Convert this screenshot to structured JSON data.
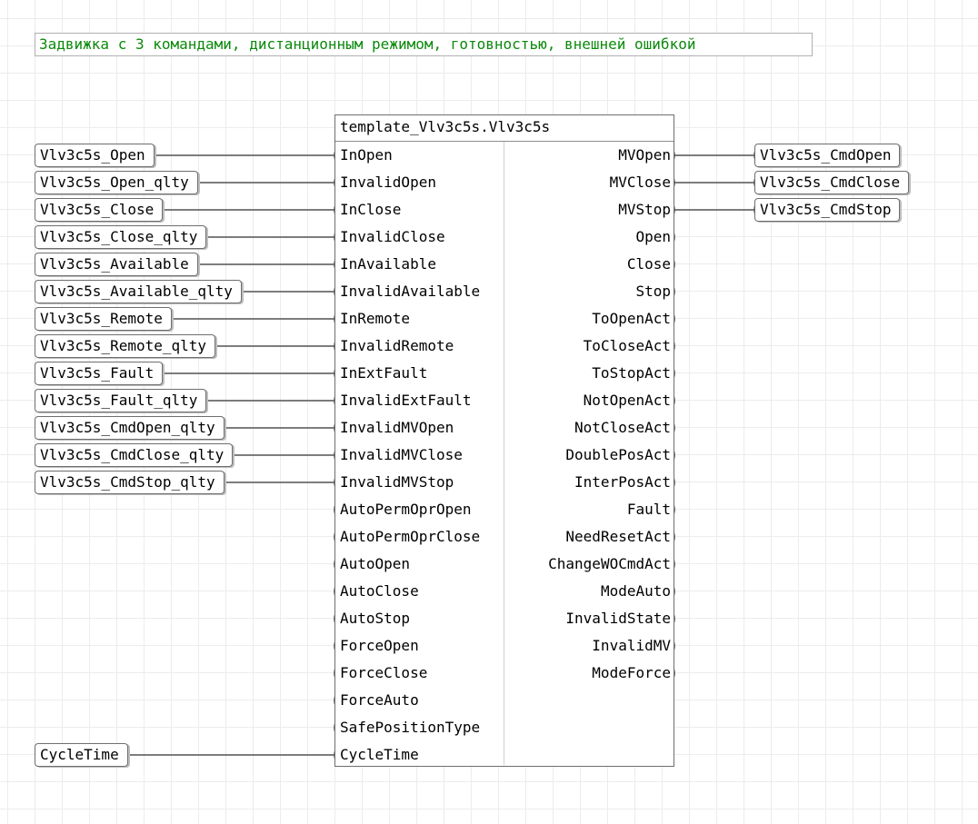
{
  "comment": "Задвижка с 3 командами, дистанционным режимом, готовностью, внешней ошибкой",
  "block": {
    "title": "template_Vlv3c5s.Vlv3c5s",
    "inputs": [
      "InOpen",
      "InvalidOpen",
      "InClose",
      "InvalidClose",
      "InAvailable",
      "InvalidAvailable",
      "InRemote",
      "InvalidRemote",
      "InExtFault",
      "InvalidExtFault",
      "InvalidMVOpen",
      "InvalidMVClose",
      "InvalidMVStop",
      "AutoPermOprOpen",
      "AutoPermOprClose",
      "AutoOpen",
      "AutoClose",
      "AutoStop",
      "ForceOpen",
      "ForceClose",
      "ForceAuto",
      "SafePositionType",
      "CycleTime"
    ],
    "outputs": [
      "MVOpen",
      "MVClose",
      "MVStop",
      "Open",
      "Close",
      "Stop",
      "ToOpenAct",
      "ToCloseAct",
      "ToStopAct",
      "NotOpenAct",
      "NotCloseAct",
      "DoublePosAct",
      "InterPosAct",
      "Fault",
      "NeedResetAct",
      "ChangeWOCmdAct",
      "ModeAuto",
      "InvalidState",
      "InvalidMV",
      "ModeForce"
    ]
  },
  "input_variables": [
    {
      "label": "Vlv3c5s_Open",
      "pin": "InOpen"
    },
    {
      "label": "Vlv3c5s_Open_qlty",
      "pin": "InvalidOpen"
    },
    {
      "label": "Vlv3c5s_Close",
      "pin": "InClose"
    },
    {
      "label": "Vlv3c5s_Close_qlty",
      "pin": "InvalidClose"
    },
    {
      "label": "Vlv3c5s_Available",
      "pin": "InAvailable"
    },
    {
      "label": "Vlv3c5s_Available_qlty",
      "pin": "InvalidAvailable"
    },
    {
      "label": "Vlv3c5s_Remote",
      "pin": "InRemote"
    },
    {
      "label": "Vlv3c5s_Remote_qlty",
      "pin": "InvalidRemote"
    },
    {
      "label": "Vlv3c5s_Fault",
      "pin": "InExtFault"
    },
    {
      "label": "Vlv3c5s_Fault_qlty",
      "pin": "InvalidExtFault"
    },
    {
      "label": "Vlv3c5s_CmdOpen_qlty",
      "pin": "InvalidMVOpen"
    },
    {
      "label": "Vlv3c5s_CmdClose_qlty",
      "pin": "InvalidMVClose"
    },
    {
      "label": "Vlv3c5s_CmdStop_qlty",
      "pin": "InvalidMVStop"
    },
    {
      "label": "CycleTime",
      "pin": "CycleTime"
    }
  ],
  "output_variables": [
    {
      "label": "Vlv3c5s_CmdOpen",
      "pin": "MVOpen"
    },
    {
      "label": "Vlv3c5s_CmdClose",
      "pin": "MVClose"
    },
    {
      "label": "Vlv3c5s_CmdStop",
      "pin": "MVStop"
    }
  ],
  "colors": {
    "comment_text": "#0a8a0a",
    "border": "#6e6e6e",
    "wire": "#555555",
    "grid": "#ececec"
  }
}
